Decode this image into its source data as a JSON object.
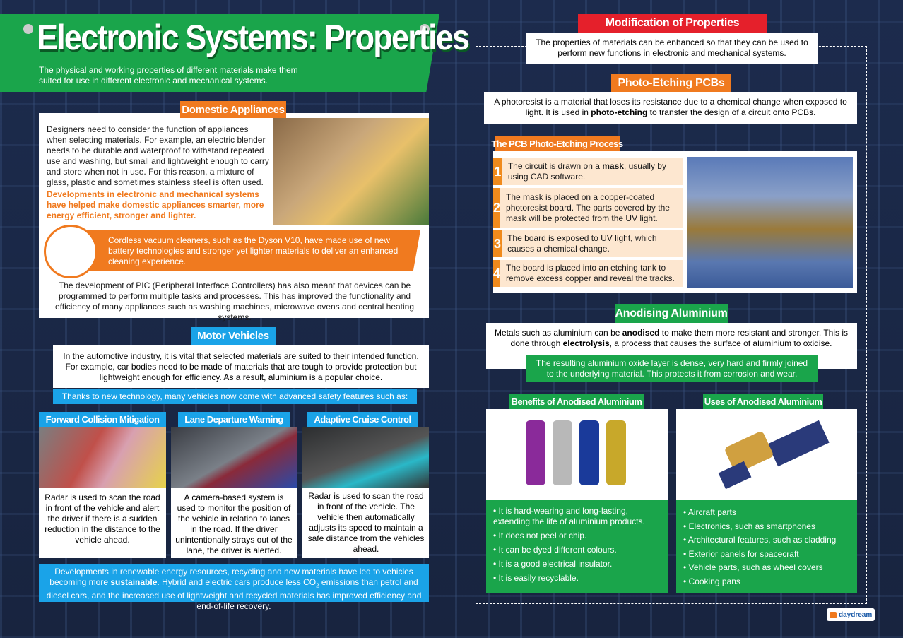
{
  "header": {
    "title": "Electronic Systems: Properties",
    "subtitle": "The physical and working properties of different materials make them suited for use in different electronic and mechanical systems."
  },
  "domestic": {
    "label": "Domestic Appliances",
    "text": "Designers need to consider the function of appliances when selecting materials. For example, an electric blender needs to be durable and waterproof to withstand repeated use and washing, but small and lightweight enough to carry and store when not in use. For this reason, a mixture of glass, plastic and sometimes stainless steel is often used.",
    "highlight": "Developments in electronic and mechanical systems have helped make domestic appliances smarter, more energy efficient, stronger and lighter.",
    "vacuum": "Cordless vacuum cleaners, such as the Dyson V10, have made use of new battery technologies and stronger yet lighter materials to deliver an enhanced cleaning experience.",
    "pic": "The development of PIC (Peripheral Interface Controllers) has also meant that devices can be programmed to perform multiple tasks and processes. This has improved the functionality and efficiency of many appliances such as washing machines, microwave ovens and central heating systems."
  },
  "motor": {
    "label": "Motor Vehicles",
    "text": "In the automotive industry, it is vital that selected materials are suited to their intended function. For example, car bodies need to be made of materials that are tough to provide protection but lightweight enough for efficiency. As a result, aluminium is a popular choice.",
    "band": "Thanks to new technology, many vehicles now come with advanced safety features such as:",
    "features": [
      {
        "title": "Forward Collision Mitigation",
        "text": "Radar is used to scan the road in front of the vehicle and alert the driver if there is a sudden reduction in the distance to the vehicle ahead."
      },
      {
        "title": "Lane Departure Warning",
        "text": "A camera-based system is used to monitor the position of the vehicle in relation to lanes in the road. If the driver unintentionally strays out of the lane, the driver is alerted."
      },
      {
        "title": "Adaptive Cruise Control",
        "text": "Radar is used to scan the road in front of the vehicle. The vehicle then automatically adjusts its speed to maintain a safe distance from the vehicles ahead."
      }
    ],
    "sustain_a": "Developments in renewable energy resources, recycling and new materials have led to vehicles becoming more ",
    "sustain_b": "sustainable",
    "sustain_c": ". Hybrid and electric cars produce less CO",
    "sustain_sub": "2",
    "sustain_d": " emissions than petrol and diesel cars, and the increased use of lightweight and recycled materials has improved efficiency and end-of-life recovery."
  },
  "modification": {
    "label": "Modification of Properties",
    "text": "The properties of materials can be enhanced so that they can be used to perform new functions in electronic and mechanical systems."
  },
  "photo": {
    "label": "Photo-Etching PCBs",
    "text_a": "A photoresist is a material that loses its resistance due to a chemical change when exposed to light. It is used in ",
    "text_b": "photo-etching",
    "text_c": " to transfer the design of a circuit onto PCBs."
  },
  "process": {
    "label": "The PCB Photo-Etching Process",
    "steps": [
      {
        "n": "1",
        "a": "The circuit is drawn on a ",
        "b": "mask",
        "c": ", usually by using CAD software."
      },
      {
        "n": "2",
        "a": "The mask is placed on a copper-coated photoresist board. The parts covered by the mask will be protected from the UV light.",
        "b": "",
        "c": ""
      },
      {
        "n": "3",
        "a": "The board is exposed to UV light, which causes a chemical change.",
        "b": "",
        "c": ""
      },
      {
        "n": "4",
        "a": "The board is placed into an etching tank to remove excess copper and reveal the tracks.",
        "b": "",
        "c": ""
      }
    ]
  },
  "anodising": {
    "label": "Anodising Aluminium",
    "text_a": "Metals such as aluminium can be ",
    "text_b": "anodised",
    "text_c": " to make them more resistant and stronger. This is done through ",
    "text_d": "electrolysis",
    "text_e": ", a process that causes the surface of aluminium to oxidise.",
    "band": "The resulting aluminium oxide layer is dense, very hard and firmly joined to the underlying material. This protects it from corrosion and wear."
  },
  "benefits": {
    "label": "Benefits of Anodised Aluminium",
    "items": [
      "It is hard-wearing and long-lasting, extending the life of aluminium products.",
      "It does not peel or chip.",
      "It can be dyed different colours.",
      "It is a good electrical insulator.",
      "It is easily recyclable."
    ]
  },
  "uses": {
    "label": "Uses of Anodised Aluminium",
    "items": [
      "Aircraft parts",
      "Electronics, such as smartphones",
      "Architectural features, such as cladding",
      "Exterior panels for spacecraft",
      "Vehicle parts, such as wheel covers",
      "Cooking pans"
    ]
  },
  "logo": {
    "text": "daydream"
  },
  "colors": {
    "green": "#1aa54b",
    "orange": "#f07a1f",
    "blue": "#1aa3e8",
    "red": "#e5202b",
    "navy": "#1a2848"
  }
}
